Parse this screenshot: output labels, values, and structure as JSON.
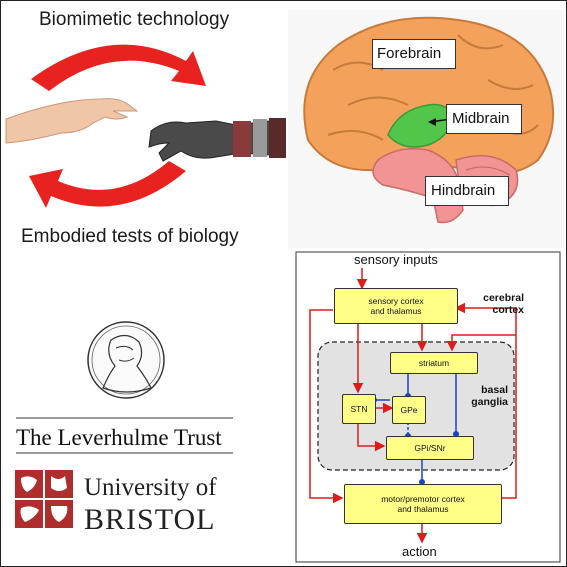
{
  "biomimetic_panel": {
    "top_caption": "Biomimetic technology",
    "bottom_caption": "Embodied tests of biology",
    "colors": {
      "arrow": "#e8231f",
      "skin": "#f0c6a6",
      "robot": "#4a4a4a"
    }
  },
  "brain_panel": {
    "labels": {
      "forebrain": "Forebrain",
      "midbrain": "Midbrain",
      "hindbrain": "Hindbrain"
    },
    "colors": {
      "forebrain": "#f4a15c",
      "midbrain": "#52c64a",
      "hindbrain": "#f29494",
      "outline": "#c87a3a"
    }
  },
  "logos_panel": {
    "leverhulme": "The Leverhulme Trust",
    "university_line1": "University of",
    "university_line2": "BRISTOL",
    "colors": {
      "bristol_red": "#b02d2d"
    }
  },
  "circuit_panel": {
    "input_label": "sensory inputs",
    "output_label": "action",
    "cerebral_cortex_label": "cerebral\ncortex",
    "basal_ganglia_label": "basal\nganglia",
    "boxes": {
      "sensory_cortex": "sensory cortex\nand thalamus",
      "striatum": "striatum",
      "stn": "STN",
      "gpe": "GPe",
      "gpi_snr": "GPi/SNr",
      "motor_cortex": "motor/premotor cortex\nand thalamus"
    },
    "colors": {
      "excitatory": "#dd1c1c",
      "inhibitory": "#1f3fcf",
      "box_fill": "#ffff88",
      "region_fill": "#e2e2e2"
    }
  }
}
